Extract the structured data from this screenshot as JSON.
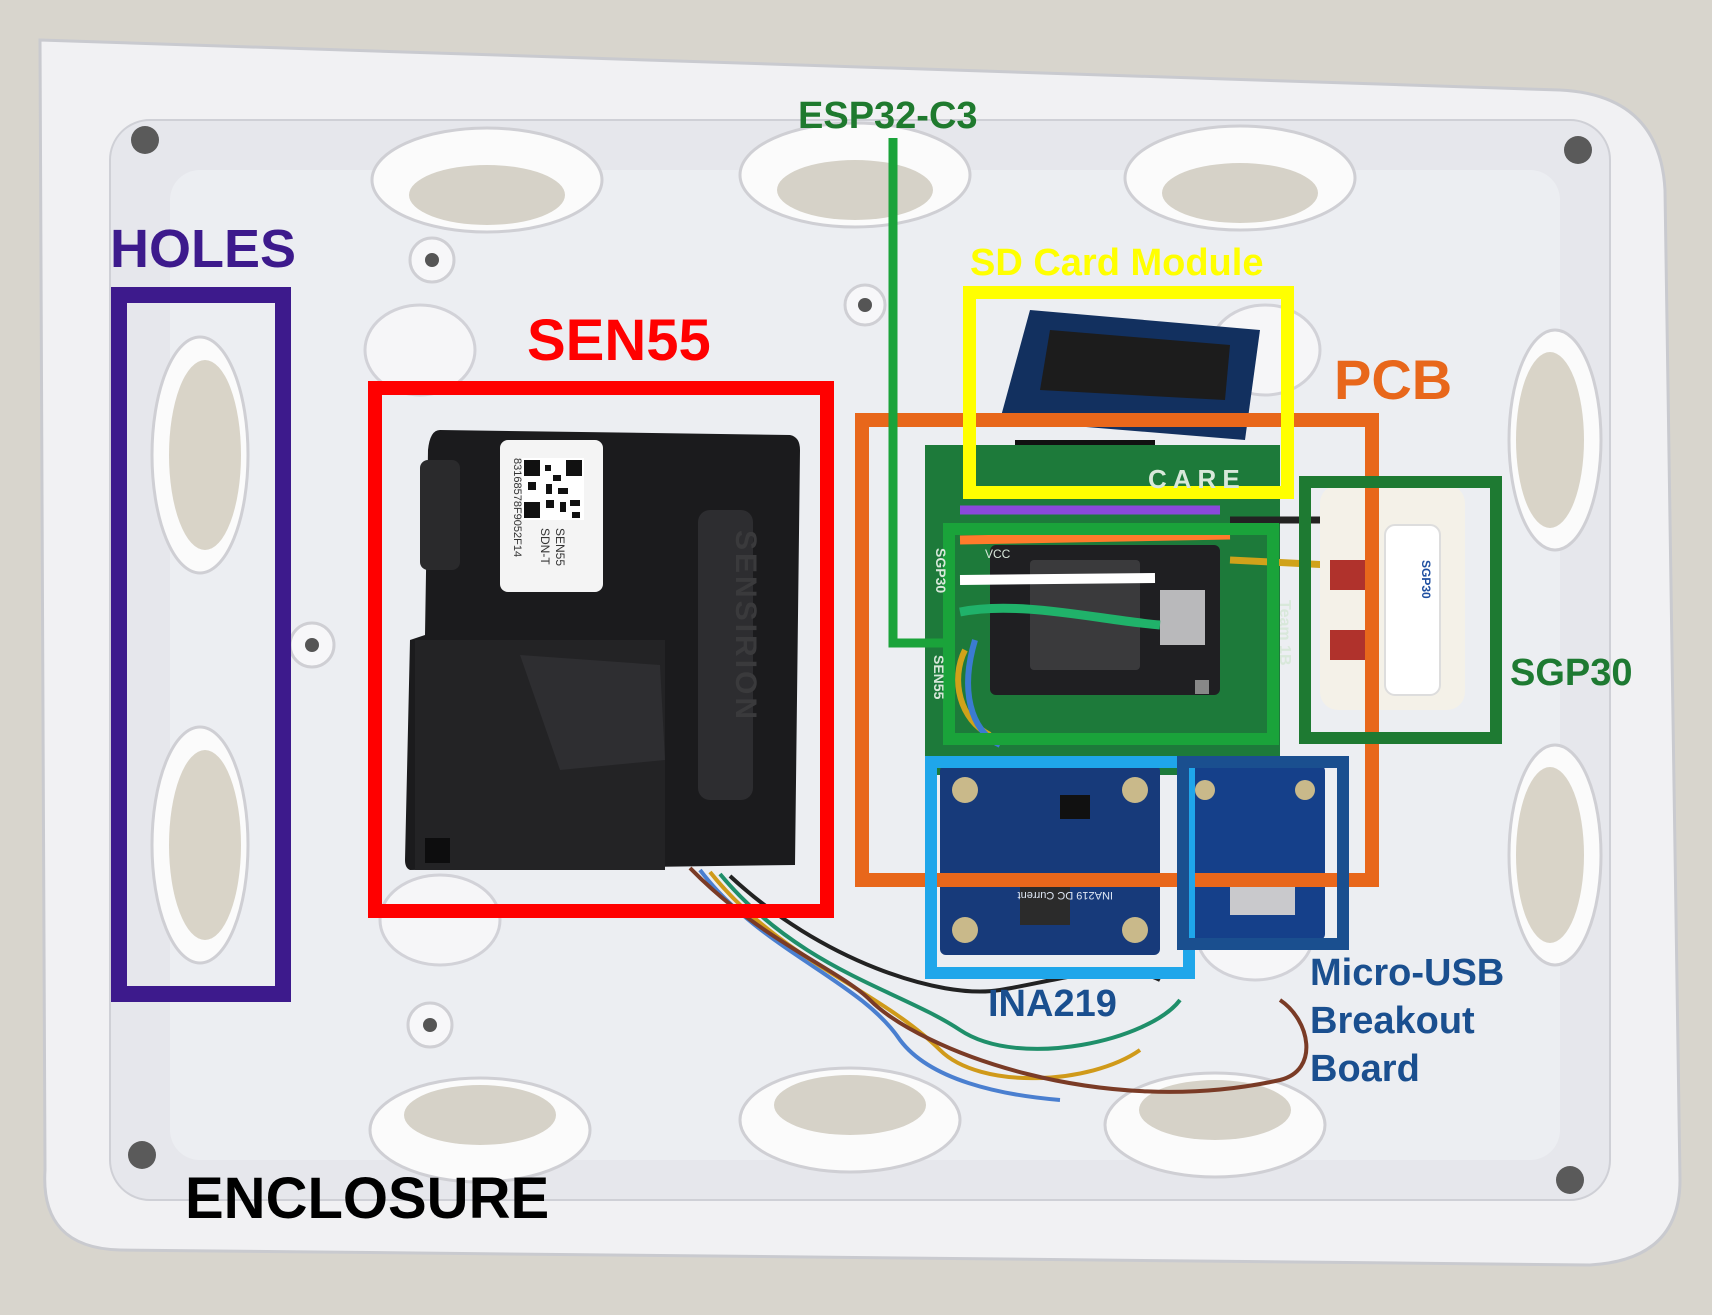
{
  "labels": {
    "holes": "HOLES",
    "sen55": "SEN55",
    "esp32": "ESP32-C3",
    "sd_card": "SD Card Module",
    "pcb": "PCB",
    "sgp30": "SGP30",
    "ina219": "INA219",
    "usb_line1": "Micro-USB",
    "usb_line2": "Breakout",
    "usb_line3": "Board",
    "enclosure": "ENCLOSURE"
  },
  "silkscreen": {
    "sen55_label_line1": "SEN55",
    "sen55_label_line2": "SDN-T",
    "sen55_serial": "83168578F9052F14",
    "sensirion_brand": "SENSIRION",
    "pcb_brand": "CARE",
    "pcb_team": "Team 1B",
    "sgp30_tag": "SGP30",
    "ina219_label": "INA219 DC Current",
    "sen55_port": "SEN55",
    "sgp30_port": "SGP30",
    "vcc": "VCC"
  },
  "colors": {
    "holes": "#3d1a8c",
    "sen55": "#ff0000",
    "esp32": "#1aa33a",
    "esp32_text": "#1f7a2e",
    "sd_card": "#ffff00",
    "pcb": "#e8671b",
    "sgp30": "#1e7a32",
    "ina219_box": "#1fa6ea",
    "ina219_text": "#1a4f8f",
    "usb": "#1a4f8f",
    "enclosure": "#000000"
  }
}
